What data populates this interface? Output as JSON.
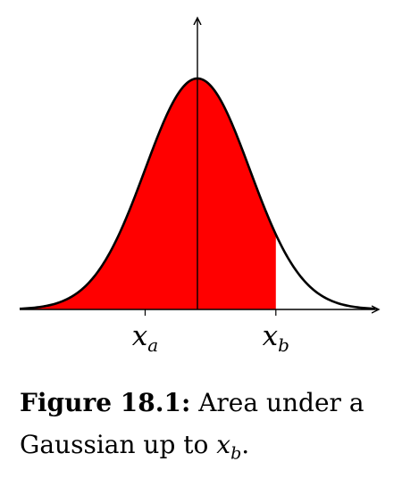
{
  "chart_data": {
    "type": "area",
    "distribution": "Gaussian",
    "mean": 0,
    "std": 1,
    "x_range": [
      -3.4,
      3.4
    ],
    "shaded_interval": [
      -3.4,
      1.5
    ],
    "ticks": [
      {
        "x": -1,
        "base": "x",
        "sub": "a"
      },
      {
        "x": 1.5,
        "base": "x",
        "sub": "b"
      }
    ],
    "y_axis_at_x": 0,
    "fill_color": "#ff0000",
    "curve_color": "#000000",
    "axis_color": "#000000",
    "grid": false,
    "legend": "none",
    "title": "",
    "xlabel": "",
    "ylabel": ""
  },
  "caption": {
    "label": "Figure 18.1:",
    "text": "Area under a Gaussian up to",
    "var_base": "x",
    "var_sub": "b",
    "end": "."
  }
}
